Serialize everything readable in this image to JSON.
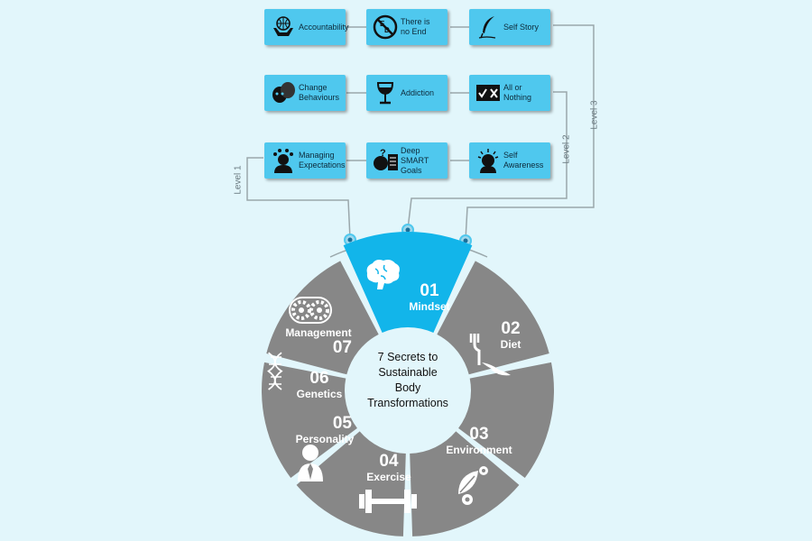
{
  "boxes": {
    "accountability": "Accountability",
    "there_is_no_end": "There is\nno End",
    "self_story": "Self Story",
    "change_behaviours": "Change\nBehaviours",
    "addiction": "Addiction",
    "all_or_nothing": "All or\nNothing",
    "managing_expectations": "Managing\nExpectations",
    "deep_smart_goals": "Deep\nSMART\nGoals",
    "self_awareness": "Self\nAwareness"
  },
  "levels": {
    "level1": "Level 1",
    "level2": "Level 2",
    "level3": "Level 3"
  },
  "center_title": "7 Secrets to\nSustainable\nBody\nTransformations",
  "segments": [
    {
      "number": "01",
      "name": "Mindset",
      "icon": "brain-icon"
    },
    {
      "number": "02",
      "name": "Diet",
      "icon": "fork-spoon-icon"
    },
    {
      "number": "03",
      "name": "Environment",
      "icon": "leaf-gear-icon"
    },
    {
      "number": "04",
      "name": "Exercise",
      "icon": "dumbbell-icon"
    },
    {
      "number": "05",
      "name": "Personality",
      "icon": "businessman-icon"
    },
    {
      "number": "06",
      "name": "Genetics",
      "icon": "dna-icon"
    },
    {
      "number": "07",
      "name": "Management",
      "icon": "gears-icon"
    }
  ],
  "colors": {
    "background": "#e2f6fb",
    "box": "#4fc8ee",
    "segment": "#878787",
    "highlight": "#12b5ea",
    "line": "#9aa7ab"
  }
}
